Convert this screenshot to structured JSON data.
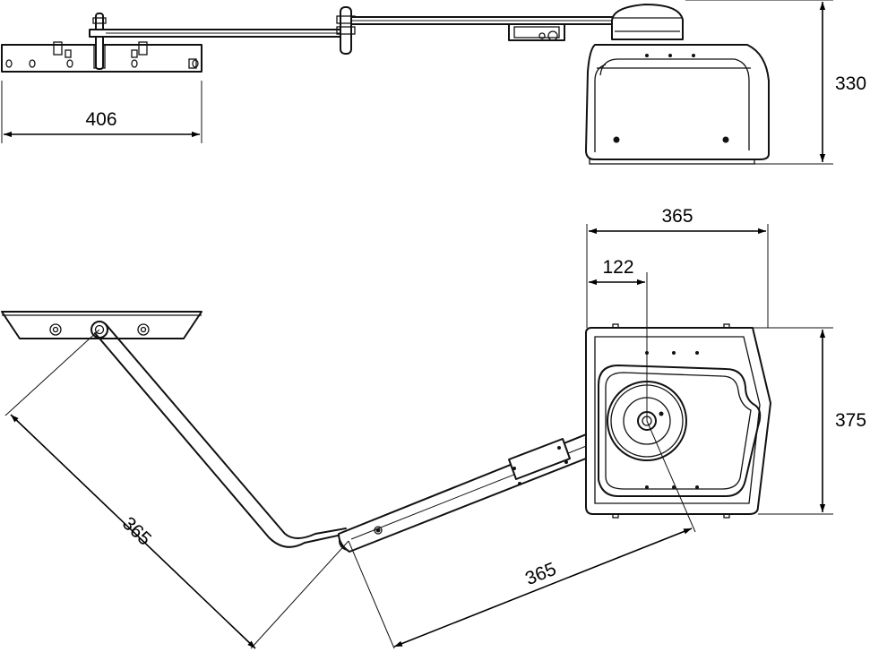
{
  "dimensions": {
    "bracket_width": "406",
    "unit_height": "330",
    "unit_width": "365",
    "pivot_offset": "122",
    "unit_depth": "375",
    "arm_lower": "365",
    "arm_upper": "365"
  }
}
